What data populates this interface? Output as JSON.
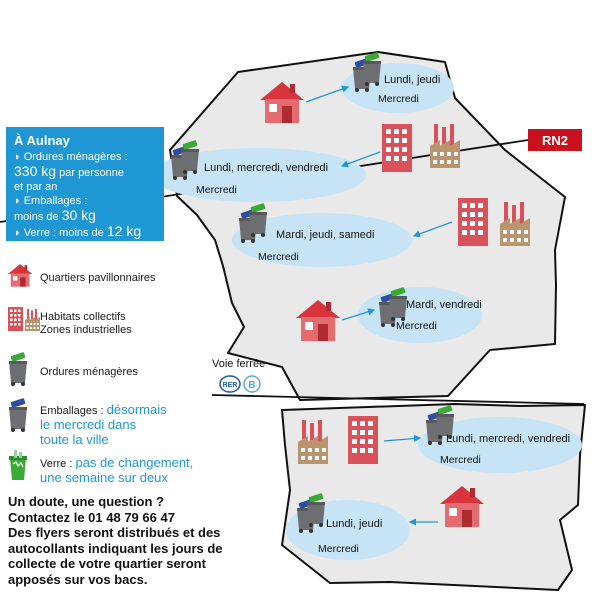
{
  "info": {
    "title": "À Aulnay",
    "om_label": "Ordures ménagères :",
    "om_value": "330 kg",
    "om_unit": "par personne",
    "om_unit2": "et par an",
    "emb_label": "Emballages :",
    "emb_value_prefix": "moins de",
    "emb_value": "30 kg",
    "verre_label": "Verre : moins de",
    "verre_value": "12 kg"
  },
  "legend": {
    "pavillon": "Quartiers pavillonnaires",
    "collectif1": "Habitats collectifs",
    "collectif2": "Zones industrielles",
    "om": "Ordures ménagères",
    "emb_label": "Emballages :",
    "emb_note1": "désormais",
    "emb_note2": "le mercredi dans",
    "emb_note3": "toute la ville",
    "verre_label": "Verre :",
    "verre_note1": "pas de changement,",
    "verre_note2": "une semaine sur deux"
  },
  "contact": {
    "line1": "Un doute, une question ?",
    "line2": "Contactez le 01 48 79 66 47",
    "line3": "Des flyers seront distribués et des",
    "line4": "autocollants indiquant les jours de",
    "line5": "collecte de votre quartier seront",
    "line6": "apposés sur vos bacs."
  },
  "map": {
    "road_label": "RN2",
    "rail_label": "Voie ferrée",
    "rer_label": "RER",
    "rer_line": "B"
  },
  "zones": [
    {
      "days": "Lundi, jeudi",
      "emb": "Mercredi"
    },
    {
      "days": "Lundi, mercredi, vendredi",
      "emb": "Mercredi"
    },
    {
      "days": "Mardi, jeudi, samedi",
      "emb": "Mercredi"
    },
    {
      "days": "Mardi, vendredi",
      "emb": "Mercredi"
    },
    {
      "days": "Lundi, mercredi, vendredi",
      "emb": "Mercredi"
    },
    {
      "days": "Lundi, jeudi",
      "emb": "Mercredi"
    }
  ],
  "colors": {
    "map_fill": "#e9e9ea",
    "bubble": "#c6e4f6",
    "accent": "#1f97d4",
    "road": "#c9101f",
    "bin_body": "#6d6e71",
    "bin_green": "#3aa935",
    "bin_blue": "#2b4ea2"
  }
}
